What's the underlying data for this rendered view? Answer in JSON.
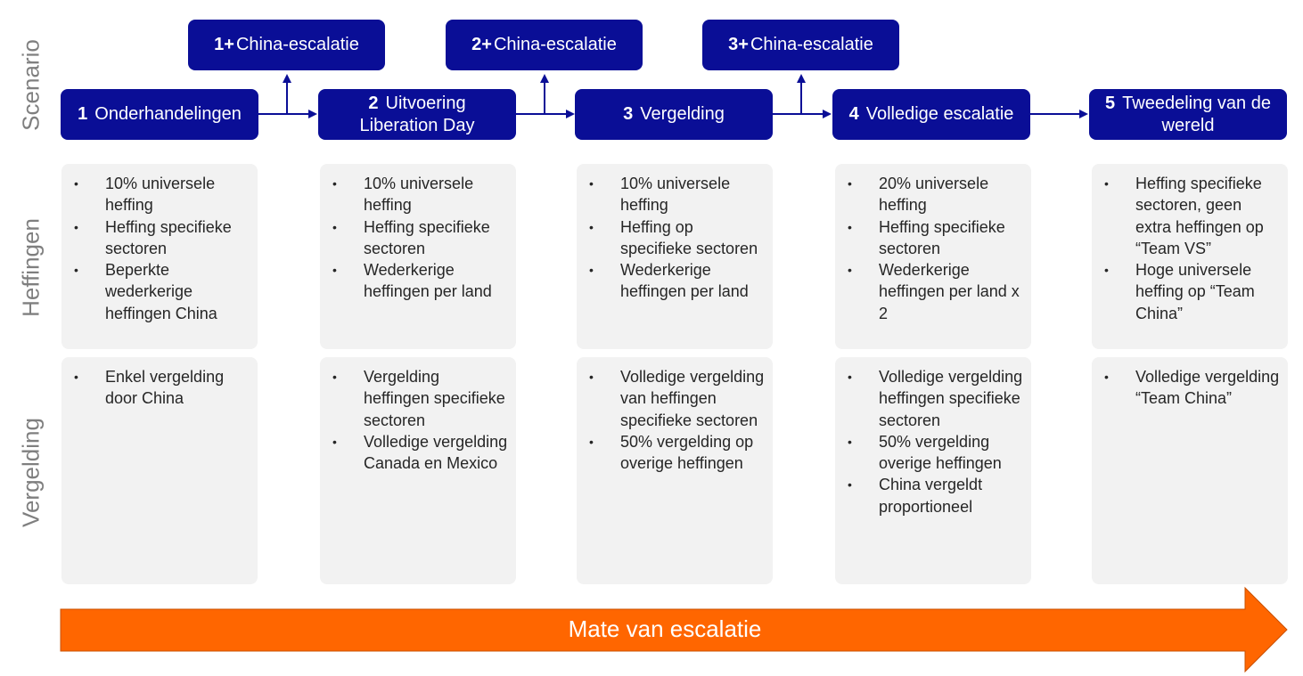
{
  "row_labels": [
    "Scenario",
    "Heffingen",
    "Vergelding"
  ],
  "scenarios": [
    {
      "num": "1",
      "label": "Onderhandelingen"
    },
    {
      "num": "2",
      "label": "Uitvoering Liberation Day"
    },
    {
      "num": "3",
      "label": "Vergelding"
    },
    {
      "num": "4",
      "label": "Volledige escalatie"
    },
    {
      "num": "5",
      "label": "Tweedeling van de wereld"
    }
  ],
  "sub_scenarios": [
    {
      "num": "1+",
      "label": "China-escalatie"
    },
    {
      "num": "2+",
      "label": "China-escalatie"
    },
    {
      "num": "3+",
      "label": "China-escalatie"
    }
  ],
  "heffingen": [
    [
      "10% universele heffing",
      "Heffing specifieke sectoren",
      "Beperkte wederkerige heffingen China"
    ],
    [
      "10% universele heffing",
      "Heffing specifieke sectoren",
      "Wederkerige heffingen per land"
    ],
    [
      "10% universele heffing",
      "Heffing op specifieke sectoren",
      "Wederkerige heffingen per land"
    ],
    [
      "20% universele heffing",
      "Heffing specifieke sectoren",
      "Wederkerige heffingen per land x 2"
    ],
    [
      "Heffing specifieke sectoren, geen extra heffingen op “Team VS”",
      "Hoge universele heffing op “Team China”"
    ]
  ],
  "vergelding": [
    [
      "Enkel vergelding door China"
    ],
    [
      "Vergelding heffingen specifieke sectoren",
      "Volledige vergelding Canada en Mexico"
    ],
    [
      "Volledige vergelding van heffingen specifieke sectoren",
      "50% vergelding op overige heffingen"
    ],
    [
      "Volledige vergelding heffingen specifieke sectoren",
      "50% vergelding overige heffingen",
      "China vergeldt proportioneel"
    ],
    [
      "Volledige vergelding “Team China”"
    ]
  ],
  "escalation_label": "Mate van escalatie",
  "colors": {
    "navy": "#0a0e96",
    "orange": "#ff6600",
    "card": "#f2f2f2",
    "label": "#7f7f7f"
  }
}
